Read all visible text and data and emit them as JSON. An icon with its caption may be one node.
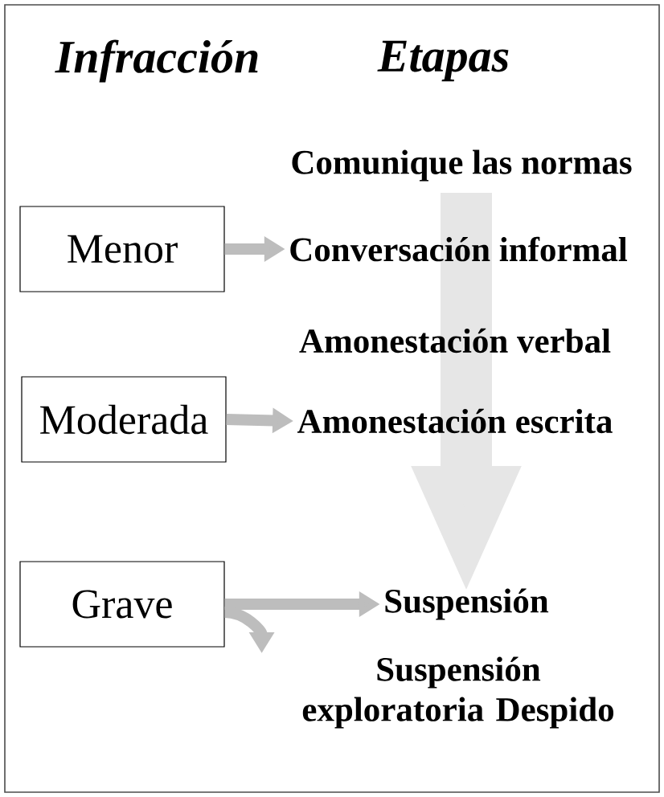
{
  "diagram": {
    "nodes": [
      {
        "text": [
          "Comunique las normas"
        ]
      },
      {
        "text": [
          "Menor"
        ]
      },
      {
        "text": [
          "Conversación informal"
        ]
      },
      {
        "text": [
          "Moderada"
        ]
      },
      {
        "text": [
          "Amonestación escrita"
        ]
      },
      {
        "text": [
          "Grave"
        ]
      },
      {
        "text": [
          "Suspensión"
        ]
      },
      {
        "text": [
          "Suspensión exploratoria Despido"
        ]
      }
    ],
    "edges": [
      {
        "from": 0,
        "to": 6,
        "arrow": "to",
        "style": "thick",
        "color": "#e6e6e6"
      },
      {
        "from": 1,
        "to": 2,
        "arrow": "to"
      },
      {
        "from": 3,
        "to": 4,
        "arrow": "to"
      },
      {
        "from": 5,
        "to": 6,
        "arrow": "to"
      },
      {
        "from": 5,
        "to": 7,
        "arrow": "to"
      }
    ],
    "labels": [
      "Infracción",
      "Etapas",
      "Amonestación verbal"
    ]
  }
}
